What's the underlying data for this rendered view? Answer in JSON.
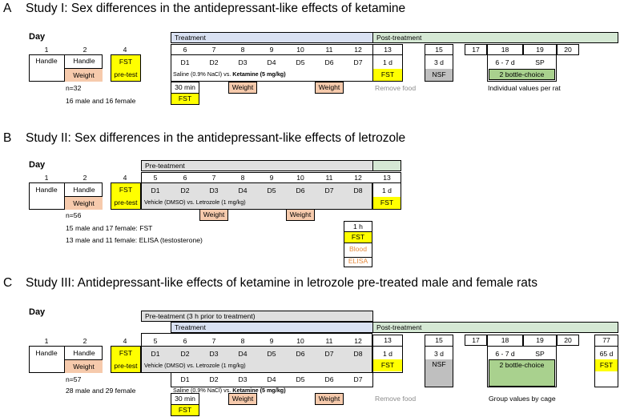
{
  "studyA": {
    "letter": "A",
    "title": "Study I: Sex differences in the antidepressant-like effects of ketamine",
    "day_label": "Day",
    "treatment_label": "Treatment",
    "post_label": "Post-treatment",
    "days": [
      "1",
      "2",
      "4",
      "6",
      "7",
      "8",
      "9",
      "10",
      "11",
      "12",
      "13",
      "15",
      "17",
      "18",
      "19",
      "20"
    ],
    "d_labels": [
      "D1",
      "D2",
      "D3",
      "D4",
      "D5",
      "D6",
      "D7"
    ],
    "handle1": "Handle",
    "handle2": "Handle",
    "weight": "Weight",
    "fst_line1": "FST",
    "fst_line2": "pre-test",
    "drug_pre": "Saline (0.9% NaCl) vs. ",
    "drug_bold": "Ketamine (5 mg/kg)",
    "n_text": "n=32",
    "group_text": "16 male and 16 female",
    "min30": "30 min",
    "fst_below": "FST",
    "weight2": "Weight",
    "weight3": "Weight",
    "one_d": "1 d",
    "fst_post": "FST",
    "remove_food": "Remove food",
    "three_d": "3 d",
    "nsf": "NSF",
    "six_seven": "6 - 7 d",
    "sp": "SP",
    "bottle": "2 bottle-choice",
    "values": "Individual values per rat"
  },
  "studyB": {
    "letter": "B",
    "title": "Study II: Sex differences in the antidepressant-like effects of letrozole",
    "day_label": "Day",
    "pretreat_label": "Pre-teatment",
    "days": [
      "1",
      "2",
      "4",
      "5",
      "6",
      "7",
      "8",
      "9",
      "10",
      "11",
      "12",
      "13"
    ],
    "d_labels": [
      "D1",
      "D2",
      "D3",
      "D4",
      "D5",
      "D6",
      "D7",
      "D8"
    ],
    "handle1": "Handle",
    "handle2": "Handle",
    "weight": "Weight",
    "fst_line1": "FST",
    "fst_line2": "pre-test",
    "drug": "Vehicle (DMSO) vs. Letrozole (1 mg/kg)",
    "one_d": "1 d",
    "fst_post": "FST",
    "n_text": "n=56",
    "group1": "15 male and 17 female: FST",
    "group2": "13 male and 11 female: ELISA (testosterone)",
    "weight2": "Weight",
    "weight3": "Weight",
    "one_h": "1 h",
    "fst_12": "FST",
    "blood": "Blood",
    "elisa": "ELISA"
  },
  "studyC": {
    "letter": "C",
    "title": "Study III: Antidepressant-like effects of ketamine in letrozole pre-treated male and female rats",
    "day_label": "Day",
    "pretreat_label": "Pre-teatment (3 h prior to treatment)",
    "treatment_label": "Treatment",
    "post_label": "Post-treatment",
    "days": [
      "1",
      "2",
      "4",
      "5",
      "6",
      "7",
      "8",
      "9",
      "10",
      "11",
      "12",
      "13",
      "15",
      "17",
      "18",
      "19",
      "20",
      "77"
    ],
    "d_labels_top": [
      "D1",
      "D2",
      "D3",
      "D4",
      "D5",
      "D6",
      "D7",
      "D8"
    ],
    "d_labels_bot": [
      "D1",
      "D2",
      "D3",
      "D4",
      "D5",
      "D6",
      "D7"
    ],
    "handle1": "Handle",
    "handle2": "Handle",
    "weight": "Weight",
    "fst_line1": "FST",
    "fst_line2": "pre-test",
    "drug1": "Vehicle (DMSO) vs. Letrozole (1 mg/kg)",
    "drug2_pre": "Saline (0.9% NaCl) vs. ",
    "drug2_bold": "Ketamine (5 mg/kg)",
    "n_text": "n=57",
    "group_text": "28 male and 29 female",
    "min30": "30 min",
    "fst_below": "FST",
    "weight2": "Weight",
    "weight3": "Weight",
    "one_d": "1 d",
    "fst_post": "FST",
    "remove_food": "Remove food",
    "three_d": "3 d",
    "nsf": "NSF",
    "six_seven": "6 - 7 d",
    "sp": "SP",
    "bottle": "2 bottle-choice",
    "values": "Group values by cage",
    "sixtyfive": "65 d",
    "fst_77": "FST"
  }
}
